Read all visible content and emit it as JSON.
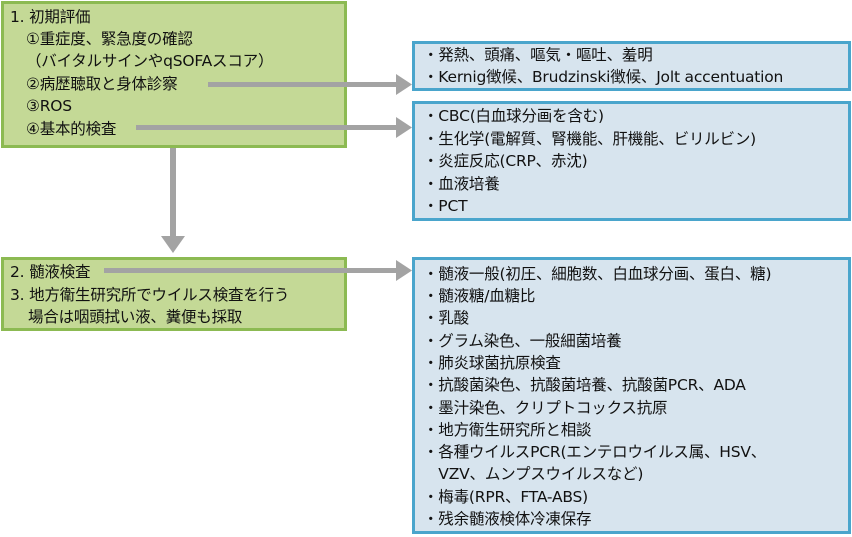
{
  "diagram": {
    "step1": {
      "title": "1. 初期評価",
      "items": [
        "①重症度、緊急度の確認",
        "（バイタルサインやqSOFAスコア）",
        "②病歴聴取と身体診察",
        "③ROS",
        "④基本的検査"
      ]
    },
    "step2": {
      "lines": [
        "2. 髄液検査",
        "3. 地方衛生研究所でウイルス検査を行う",
        "場合は咽頭拭い液、糞便も採取"
      ]
    },
    "box_history": {
      "items": [
        "・発熱、頭痛、嘔気・嘔吐、羞明",
        "・Kernig徴候、Brudzinski徴候、Jolt accentuation"
      ]
    },
    "box_basic_tests": {
      "items": [
        "・CBC(白血球分画を含む)",
        "・生化学(電解質、腎機能、肝機能、ビリルビン)",
        "・炎症反応(CRP、赤沈)",
        "・血液培養",
        "・PCT"
      ]
    },
    "box_csf": {
      "items": [
        "・髄液一般(初圧、細胞数、白血球分画、蛋白、糖)",
        "・髄液糖/血糖比",
        "・乳酸",
        "・グラム染色、一般細菌培養",
        "・肺炎球菌抗原検査",
        "・抗酸菌染色、抗酸菌培養、抗酸菌PCR、ADA",
        "・墨汁染色、クリプトコックス抗原",
        "・地方衛生研究所と相談",
        "・各種ウイルスPCR(エンテロウイルス属、HSV、",
        "　VZV、ムンプスウイルスなど)",
        "・梅毒(RPR、FTA-ABS)",
        "・残余髄液検体冷凍保存"
      ]
    },
    "colors": {
      "green_fill": "#c4d996",
      "green_border": "#8cba52",
      "blue_fill": "#d7e4ee",
      "blue_border": "#4aa5cc",
      "arrow": "#a3a3a3"
    }
  }
}
